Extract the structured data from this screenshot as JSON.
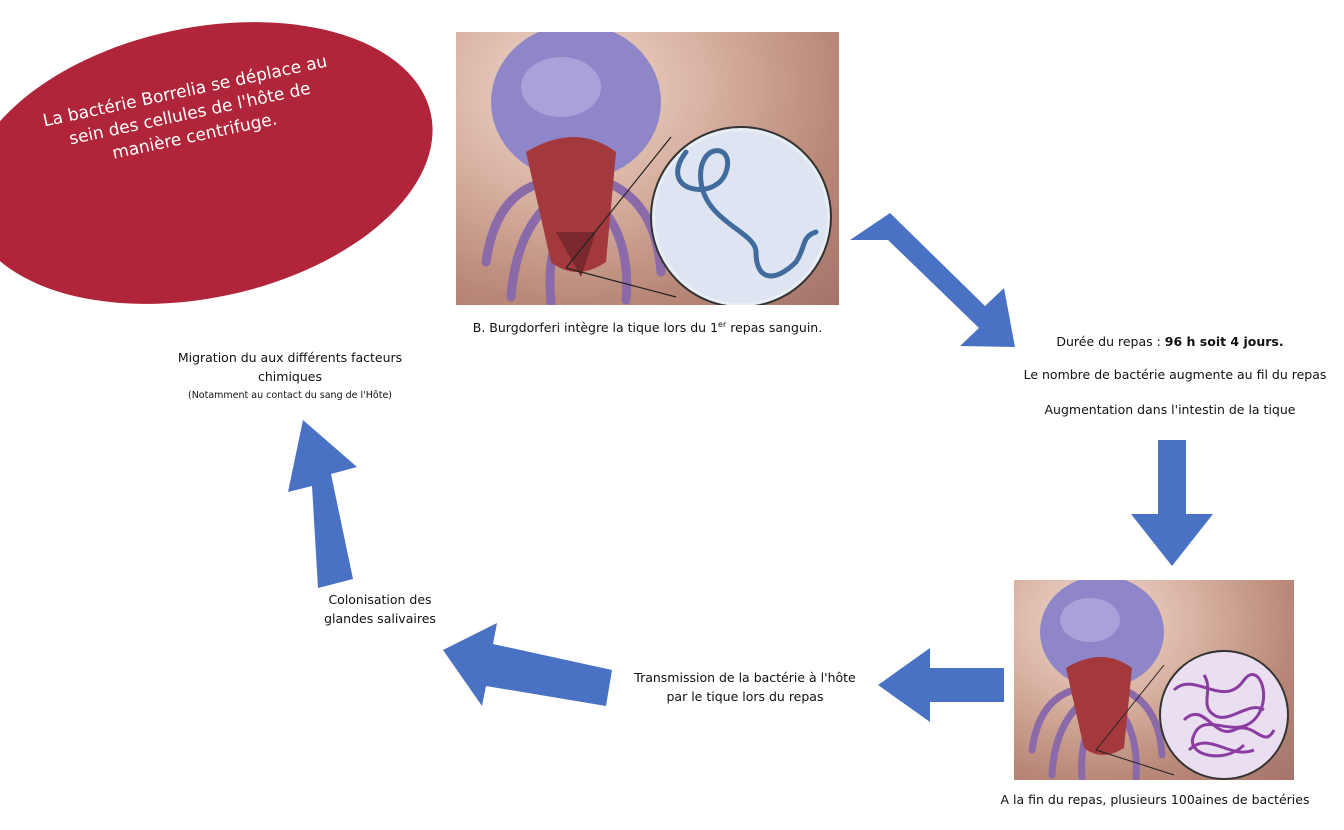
{
  "callout": {
    "text": "La bactérie Borrelia se déplace au sein des cellules de l'hôte de manière centrifuge.",
    "color": "#b0253a"
  },
  "arrow_color": "#4a72c4",
  "steps": {
    "top": {
      "caption_pre": "B. Burgdorferi intègre la tique lors du 1",
      "caption_sup": "er",
      "caption_post": " repas sanguin.",
      "image": "tick-with-single-spirochete"
    },
    "right": {
      "line1_label": "Durée du repas : ",
      "line1_value": "96 h soit 4 jours.",
      "line2": "Le nombre de bactérie augmente au fil du repas",
      "line3": "Augmentation dans l'intestin de la tique"
    },
    "bottom_right": {
      "caption": "A la fin du repas, plusieurs 100aines de bactéries",
      "image": "tick-with-many-spirochetes"
    },
    "bottom_middle": {
      "text": "Transmission de la bactérie à l'hôte par le tique lors du repas"
    },
    "bottom_left": {
      "text": "Colonisation des glandes salivaires"
    },
    "top_left": {
      "text": "Migration du aux différents facteurs chimiques",
      "note": "(Notamment au contact du sang de l'Hôte)"
    }
  }
}
